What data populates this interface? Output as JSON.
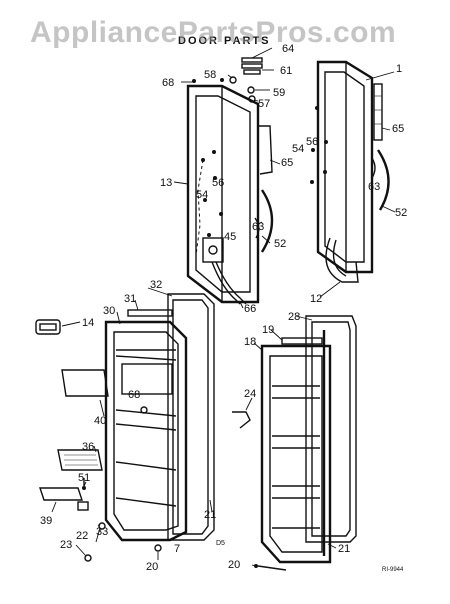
{
  "watermark": "AppliancePartsPros.com",
  "header_partial": "DOOR PARTS",
  "callouts": [
    "64",
    "61",
    "68",
    "58",
    "59",
    "57",
    "1",
    "65",
    "13",
    "56",
    "54",
    "56",
    "54",
    "65",
    "63",
    "52",
    "45",
    "63",
    "52",
    "66",
    "12",
    "32",
    "31",
    "30",
    "14",
    "28",
    "19",
    "18",
    "68",
    "40",
    "24",
    "36",
    "51",
    "39",
    "33",
    "22",
    "23",
    "7",
    "21",
    "20",
    "21",
    "20"
  ],
  "small_marks": [
    "D5",
    "RI-9944"
  ]
}
